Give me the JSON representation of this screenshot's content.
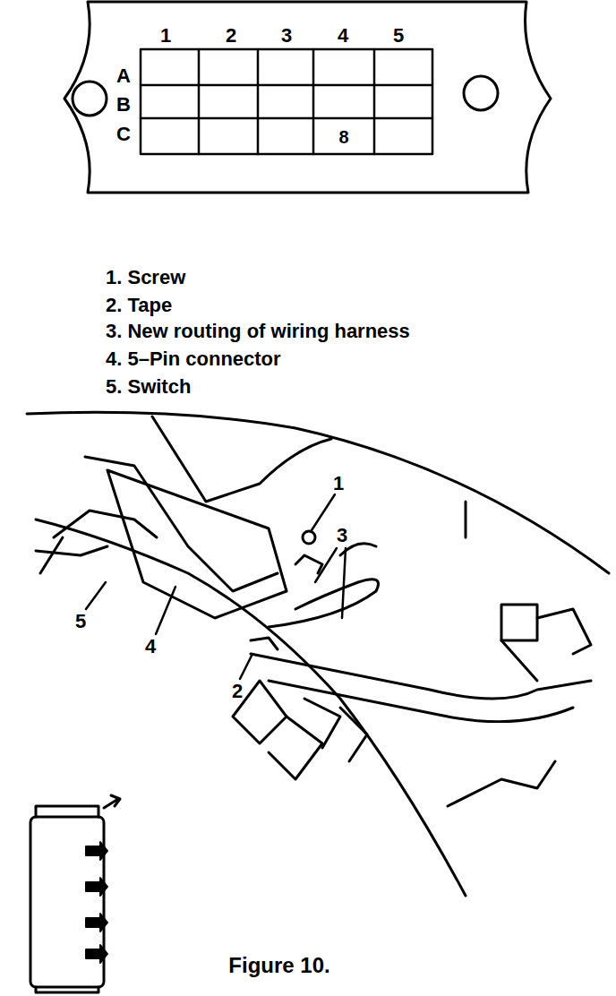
{
  "diagram": {
    "caption": "Figure 10.",
    "labels": [
      "1",
      "2",
      "3",
      "4",
      "5",
      "A",
      "B",
      "C",
      "8",
      "1. Screw",
      "2. Tape",
      "3. New routing of wiring harness",
      "4. 5–Pin connector",
      "5. Switch",
      "1",
      "3",
      "5",
      "4",
      "2"
    ]
  }
}
